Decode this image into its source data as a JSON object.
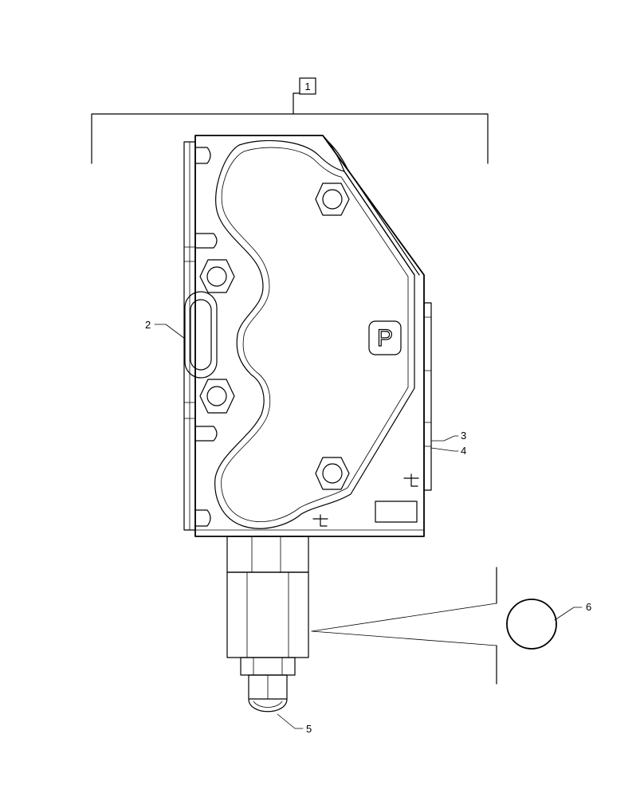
{
  "callouts": {
    "c1": "1",
    "c2": "2",
    "c3": "3",
    "c4": "4",
    "c5": "5",
    "c6": "6"
  },
  "emblem": "P",
  "colors": {
    "line": "#000000",
    "background": "#ffffff"
  }
}
